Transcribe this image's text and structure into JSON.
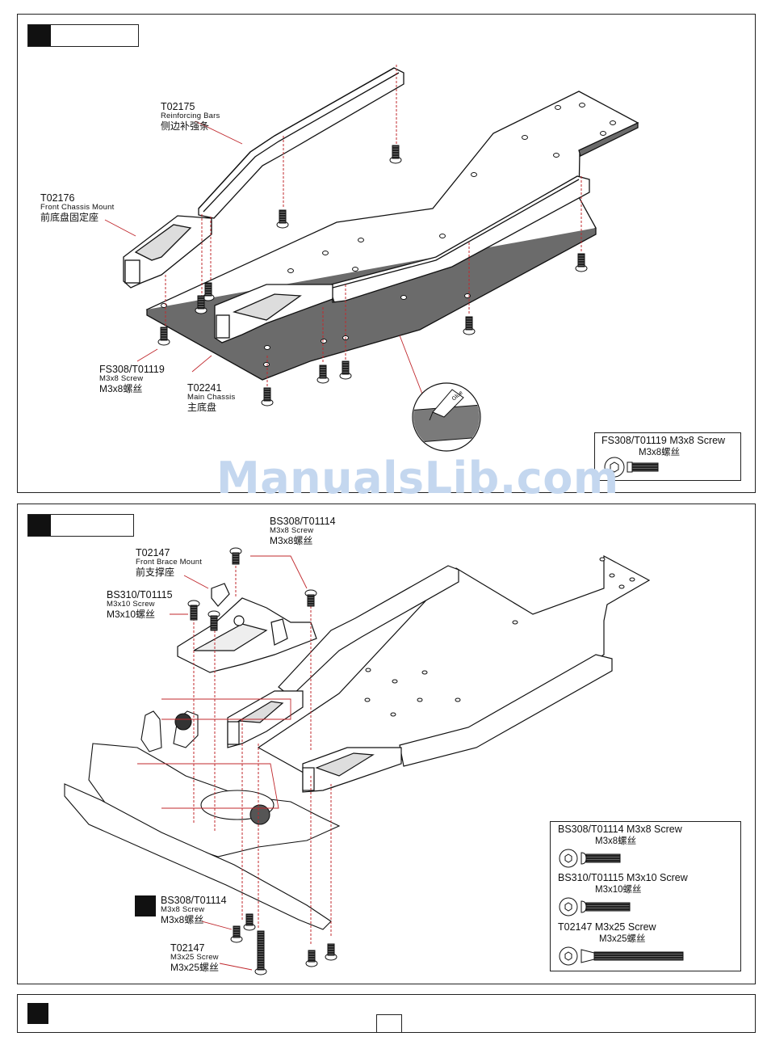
{
  "step1": {
    "labels": {
      "reinforcing": {
        "code": "T02175",
        "en": "Reinforcing Bars",
        "cn": "侧边补强条"
      },
      "front_mount": {
        "code": "T02176",
        "en": "Front Chassis Mount",
        "cn": "前底盘固定座"
      },
      "screw": {
        "code": "FS308/T01119",
        "en": "M3x8 Screw",
        "cn": "M3x8螺丝"
      },
      "main_chassis": {
        "code": "T02241",
        "en": "Main Chassis",
        "cn": "主底盘"
      }
    },
    "glue_text": "Glue",
    "legend": {
      "title": "FS308/T01119 M3x8 Screw",
      "cn": "M3x8螺丝"
    }
  },
  "step2": {
    "labels": {
      "top_screw": {
        "code": "BS308/T01114",
        "en": "M3x8 Screw",
        "cn": "M3x8螺丝"
      },
      "front_brace": {
        "code": "T02147",
        "en": "Front Brace Mount",
        "cn": "前支撑座"
      },
      "m3x10": {
        "code": "BS310/T01115",
        "en": "M3x10 Screw",
        "cn": "M3x10螺丝"
      },
      "bottom_screw": {
        "code": "BS308/T01114",
        "en": "M3x8 Screw",
        "cn": "M3x8螺丝"
      },
      "long_screw": {
        "code": "T02147",
        "en": "M3x25 Screw",
        "cn": "M3x25螺丝"
      }
    },
    "legend": [
      {
        "title": "BS308/T01114 M3x8 Screw",
        "cn": "M3x8螺丝"
      },
      {
        "title": "BS310/T01115 M3x10 Screw",
        "cn": "M3x10螺丝"
      },
      {
        "title": "T02147 M3x25 Screw",
        "cn": "M3x25螺丝"
      }
    ]
  },
  "watermark": "ManualsLib.com",
  "colors": {
    "guide": "#c0282d",
    "ink": "#111111",
    "plate_edge": "#555555"
  }
}
